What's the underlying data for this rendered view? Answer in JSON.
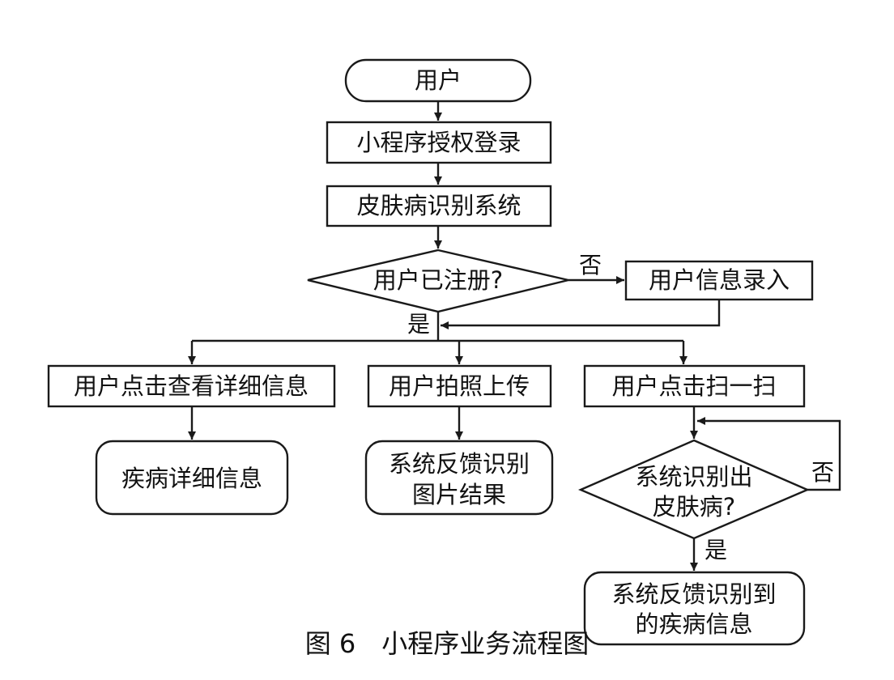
{
  "flowchart": {
    "start": "用户",
    "login": "小程序授权登录",
    "system": "皮肤病识别系统",
    "decision_registered": "用户已注册?",
    "label_no_1": "否",
    "register": "用户信息录入",
    "label_yes_1": "是",
    "view_details": "用户点击查看详细信息",
    "photo_upload": "用户拍照上传",
    "scan": "用户点击扫一扫",
    "disease_details": "疾病详细信息",
    "feedback_photo": [
      "系统反馈识别",
      "图片结果"
    ],
    "decision_recognized": [
      "系统识别出",
      "皮肤病?"
    ],
    "label_no_2": "否",
    "label_yes_2": "是",
    "feedback_disease": [
      "系统反馈识别到",
      "的疾病信息"
    ]
  },
  "caption": "图 6　小程序业务流程图"
}
